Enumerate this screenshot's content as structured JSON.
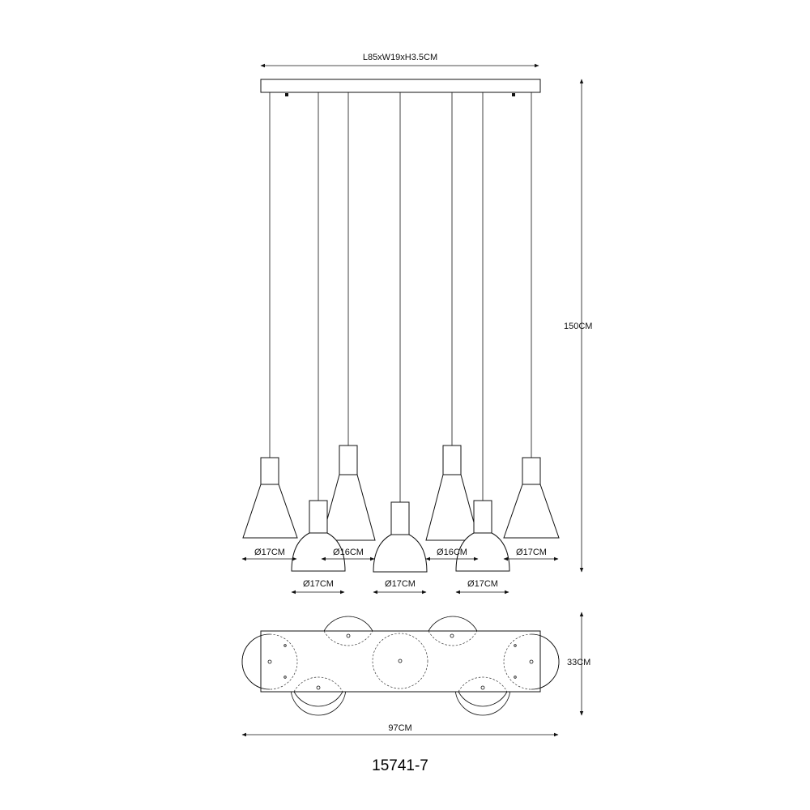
{
  "dimensions": {
    "canopy": "L85xW19xH3.5CM",
    "drop_height": "150CM",
    "footprint_depth": "33CM",
    "footprint_width": "97CM",
    "shade_diameters": [
      "Ø17CM",
      "Ø16CM",
      "Ø16CM",
      "Ø17CM",
      "Ø17CM",
      "Ø17CM",
      "Ø17CM"
    ]
  },
  "model_number": "15741-7",
  "colors": {
    "line": "#111111",
    "background": "#ffffff"
  }
}
